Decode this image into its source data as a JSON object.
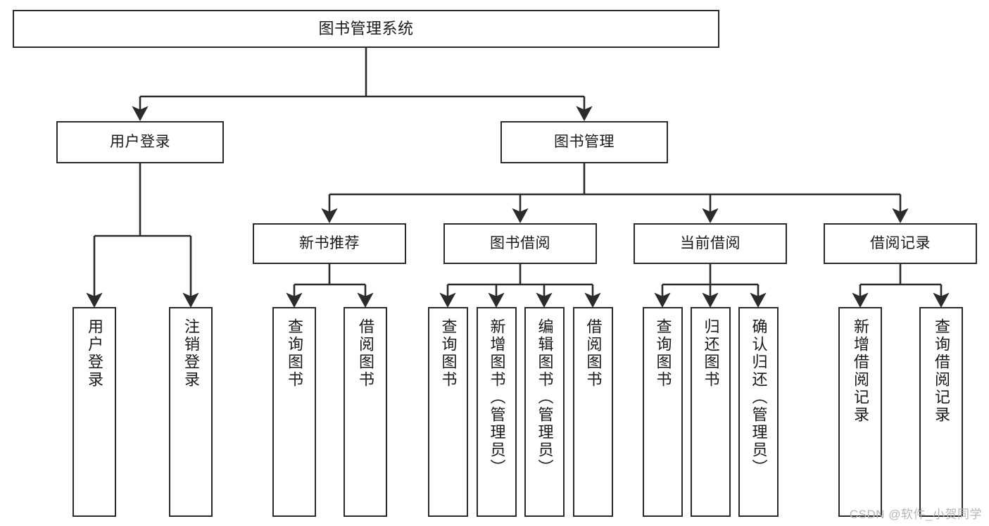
{
  "diagram": {
    "title": "图书管理系统",
    "type": "hierarchy-tree",
    "root": {
      "label": "图书管理系统"
    },
    "level2": [
      {
        "label": "用户登录"
      },
      {
        "label": "图书管理"
      }
    ],
    "level3": [
      {
        "label": "新书推荐"
      },
      {
        "label": "图书借阅"
      },
      {
        "label": "当前借阅"
      },
      {
        "label": "借阅记录"
      }
    ],
    "leaves": {
      "user_login": [
        {
          "label": "用户登录"
        },
        {
          "label": "注销登录"
        }
      ],
      "new_book_recommend": [
        {
          "label": "查询图书"
        },
        {
          "label": "借阅图书"
        }
      ],
      "book_borrow": [
        {
          "label": "查询图书"
        },
        {
          "label": "新增图书（管理员）"
        },
        {
          "label": "编辑图书（管理员）"
        },
        {
          "label": "借阅图书"
        }
      ],
      "current_borrow": [
        {
          "label": "查询图书"
        },
        {
          "label": "归还图书"
        },
        {
          "label": "确认归还（管理员）"
        }
      ],
      "borrow_record": [
        {
          "label": "新增借阅记录"
        },
        {
          "label": "查询借阅记录"
        }
      ]
    }
  },
  "watermark": {
    "text": "CSDN @软件_小贺同学"
  },
  "colors": {
    "border": "#2b2b2b",
    "background": "#ffffff",
    "text": "#1a1a1a",
    "watermark": "#b6b6b6"
  }
}
